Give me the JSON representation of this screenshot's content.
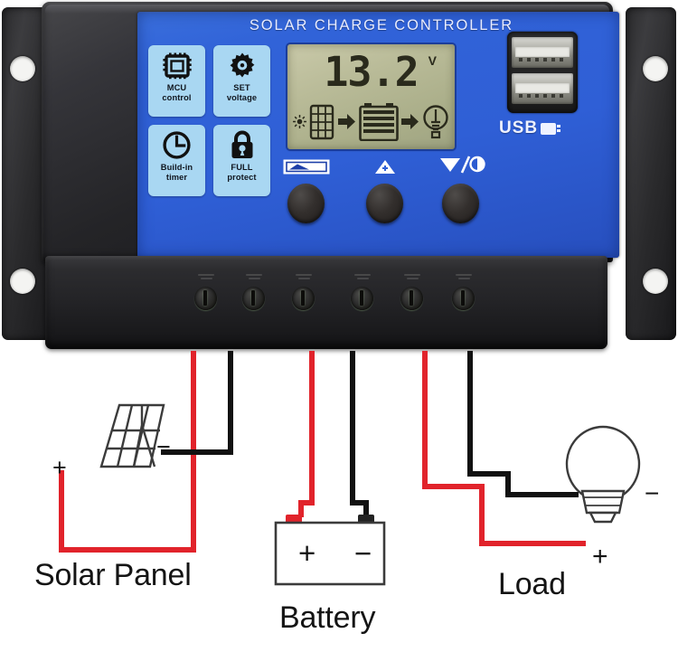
{
  "device": {
    "title": "SOLAR CHARGE CONTROLLER",
    "body_color": "#1c1c1e",
    "faceplate_color": "#2f5fd6",
    "badge_color": "#a9d7f2",
    "badges": [
      {
        "icon": "chip-icon",
        "line1": "MCU",
        "line2": "control"
      },
      {
        "icon": "gear-icon",
        "line1": "SET",
        "line2": "voltage"
      },
      {
        "icon": "clock-icon",
        "line1": "Build-in",
        "line2": "timer"
      },
      {
        "icon": "padlock-icon",
        "line1": "FULL",
        "line2": "protect"
      }
    ],
    "lcd": {
      "value": "13.2",
      "unit": "V",
      "background": "#b3b694",
      "segment_color": "#2a2a1c",
      "flow_icons": [
        "sun-icon",
        "solar-panel-icon",
        "arrow-right-icon",
        "battery-icon",
        "arrow-right-icon",
        "light-bulb-icon"
      ]
    },
    "usb": {
      "label": "USB",
      "port_count": 2,
      "icon": "usb-plug-icon"
    },
    "buttons": [
      {
        "name": "menu-button",
        "icon": "screen-back-icon"
      },
      {
        "name": "up-button",
        "icon": "up-triangle-plus-icon"
      },
      {
        "name": "down-button",
        "icon": "down-triangle-contrast-icon"
      }
    ],
    "terminals": {
      "count": 6,
      "labels": [
        "pv-positive",
        "pv-negative",
        "battery-positive",
        "battery-negative",
        "load-positive",
        "load-negative"
      ]
    },
    "mounting_holes": 4
  },
  "diagram": {
    "wire_colors": {
      "positive": "#e1232b",
      "negative": "#111111"
    },
    "components": [
      {
        "name": "solar-panel",
        "caption": "Solar Panel",
        "plus": "+",
        "minus": "−"
      },
      {
        "name": "battery",
        "caption": "Battery",
        "plus": "+",
        "minus": "−"
      },
      {
        "name": "load",
        "caption": "Load",
        "plus": "+",
        "minus": "−"
      }
    ]
  }
}
